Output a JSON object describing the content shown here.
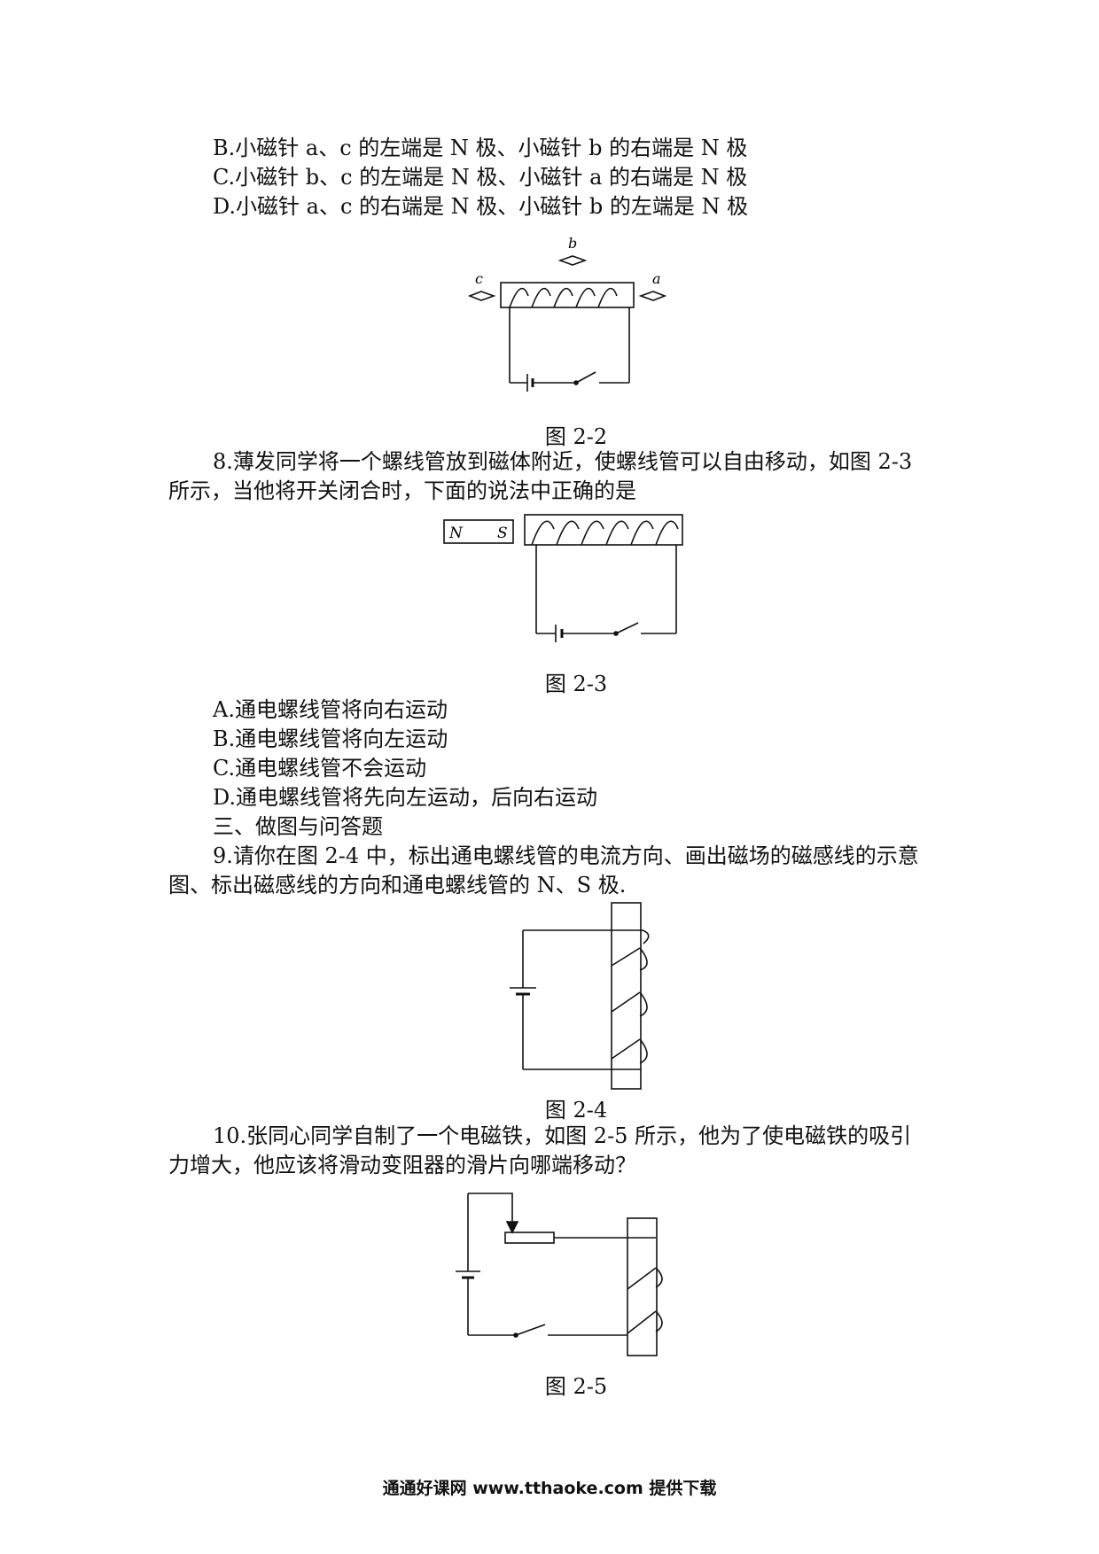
{
  "q7_options": {
    "B": "B.小磁针 a、c 的左端是 N 极、小磁针 b 的右端是 N 极",
    "C": "C.小磁针 b、c 的左端是 N 极、小磁针 a 的右端是 N 极",
    "D": "D.小磁针 a、c 的右端是 N 极、小磁针 b 的左端是 N 极"
  },
  "fig22": {
    "caption": "图 2-2",
    "label_a": "a",
    "label_b": "b",
    "label_c": "c"
  },
  "q8": {
    "line1": "8.薄发同学将一个螺线管放到磁体附近，使螺线管可以自由移动，如图 2-3",
    "line2": "所示，当他将开关闭合时，下面的说法中正确的是",
    "options": [
      "A.通电螺线管将向右运动",
      "B.通电螺线管将向左运动",
      "C.通电螺线管不会运动",
      "D.通电螺线管将先向左运动，后向右运动"
    ]
  },
  "fig23": {
    "caption": "图 2-3",
    "magnet_n": "N",
    "magnet_s": "S"
  },
  "section3": "三、做图与问答题",
  "q9": {
    "line1": "9.请你在图 2-4 中，标出通电螺线管的电流方向、画出磁场的磁感线的示意",
    "line2": "图、标出磁感线的方向和通电螺线管的 N、S 极."
  },
  "fig24": {
    "caption": "图 2-4"
  },
  "q10": {
    "line1": "10.张同心同学自制了一个电磁铁，如图 2-5 所示，他为了使电磁铁的吸引",
    "line2": "力增大，他应该将滑动变阻器的滑片向哪端移动？"
  },
  "fig25": {
    "caption": "图 2-5"
  },
  "footer": "通通好课网 www.tthaoke.com 提供下载"
}
